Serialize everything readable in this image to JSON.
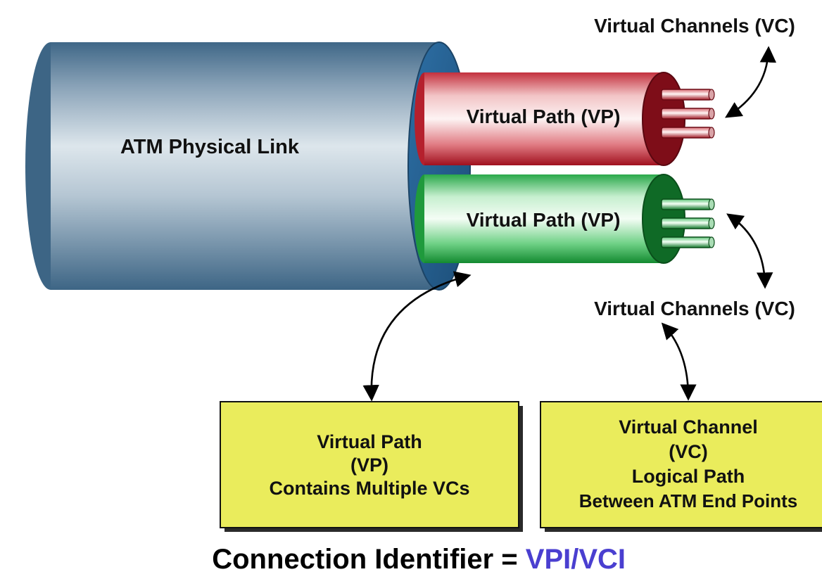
{
  "diagram": {
    "physical_link_label": "ATM Physical Link",
    "vp_top_label": "Virtual Path (VP)",
    "vp_bottom_label": "Virtual Path (VP)",
    "vc_top_label": "Virtual Channels (VC)",
    "vc_bottom_label": "Virtual Channels (VC)",
    "box_vp": {
      "line1": "Virtual Path",
      "line2": "(VP)",
      "line3": "Contains Multiple VCs"
    },
    "box_vc": {
      "line1": "Virtual Channel",
      "line2": "(VC)",
      "line3": "Logical Path",
      "line4": "Between ATM End Points"
    },
    "footer": {
      "prefix": "Connection Identifier = ",
      "highlight": "VPI/VCI"
    },
    "colors": {
      "cable_blue": "#5a7f9c",
      "vp_red": "#b01a2a",
      "vp_green": "#1e9a3c",
      "box_yellow": "#eaec5c",
      "highlight_purple": "#4a3fd0"
    }
  }
}
